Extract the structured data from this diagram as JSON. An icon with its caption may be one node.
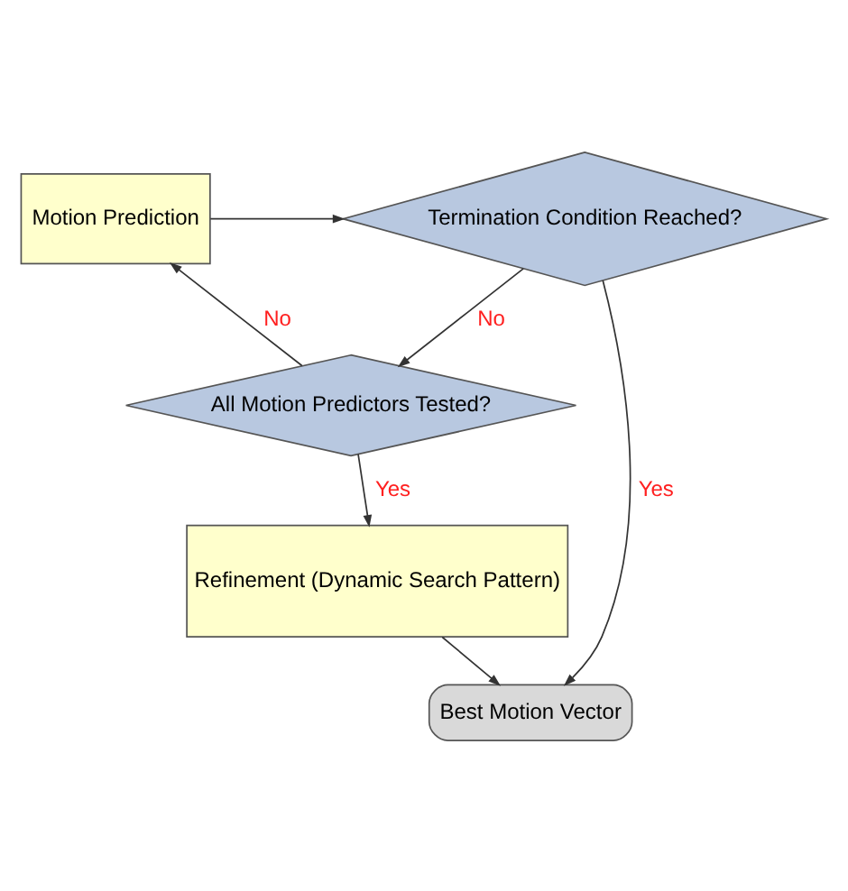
{
  "diagram": {
    "nodes": [
      {
        "text": [
          "Motion Prediction"
        ]
      },
      {
        "text": [
          "Termination Condition Reached?"
        ]
      },
      {
        "text": [
          "All Motion Predictors Tested?"
        ]
      },
      {
        "text": [
          "Refinement (Dynamic Search Pattern)"
        ]
      },
      {
        "text": [
          "Best Motion Vector"
        ]
      }
    ],
    "edges": [
      {
        "from": 0,
        "to": 1,
        "arrow": "to"
      },
      {
        "from": 1,
        "to": 2,
        "arrow": "to",
        "label": "No"
      },
      {
        "from": 1,
        "to": 4,
        "arrow": "to",
        "label": "Yes"
      },
      {
        "from": 2,
        "to": 0,
        "arrow": "to",
        "label": "No"
      },
      {
        "from": 2,
        "to": 3,
        "arrow": "to",
        "label": "Yes"
      },
      {
        "from": 3,
        "to": 4,
        "arrow": "to"
      }
    ]
  }
}
